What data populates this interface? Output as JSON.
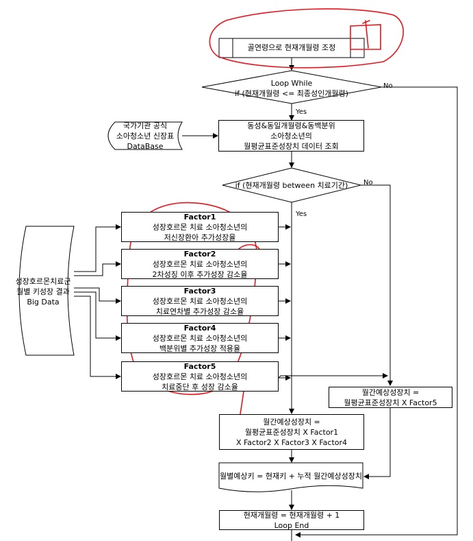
{
  "start_box": "골연령으로 현재개월령 조정",
  "loop_decision": {
    "line1": "Loop While",
    "line2": "if (현재개월령 <= 최종성인개월령)"
  },
  "loop_no": "No",
  "loop_yes": "Yes",
  "database": {
    "line1": "국가기관 공식",
    "line2": "소아청소년 신장표",
    "line3": "DataBase"
  },
  "lookup_box": {
    "line1": "동성&동일개월령&동백분위",
    "line2": "소아청소년의",
    "line3": "월평균표준성장치 데이터 조회"
  },
  "treatment_decision": "if (현재개월령 between 치료기간)",
  "treatment_no": "No",
  "treatment_yes": "Yes",
  "bigdata": {
    "line1": "성장호르몬치료군",
    "line2": "월별 키성장 결과",
    "line3": "Big Data"
  },
  "factors": [
    {
      "title": "Factor1",
      "line1": "성장호르몬 치료 소아청소년의",
      "line2": "저신장환아 추가성장율"
    },
    {
      "title": "Factor2",
      "line1": "성장호르몬 치료 소아청소년의",
      "line2": "2차성징 이후 추가성장 감소율"
    },
    {
      "title": "Factor3",
      "line1": "성장호르몬 치료 소아청소년의",
      "line2": "치료연차별 추가성장 감소율"
    },
    {
      "title": "Factor4",
      "line1": "성장호르몬 치료 소아청소년의",
      "line2": "백분위별 추가성장 적용율"
    },
    {
      "title": "Factor5",
      "line1": "성장호르몬 치료 소아청소년의",
      "line2": "치료중단 후 성장 감소율"
    }
  ],
  "monthly_f5": {
    "line1": "월간예상성장치 =",
    "line2": "월평균표준성장치 X Factor5"
  },
  "monthly_all": {
    "line1": "월간예상성장치 =",
    "line2": "월평균표준성장치 X Factor1",
    "line3": "X Factor2 X  Factor3 X Factor4"
  },
  "height_box": "월별예상키 = 현재키 + 누적 월간예상성장치",
  "end_box": {
    "line1": "현재개월령 = 현재개월령 + 1",
    "line2": "Loop End"
  },
  "colors": {
    "line": "#000000",
    "annotation": "#e8141c"
  }
}
